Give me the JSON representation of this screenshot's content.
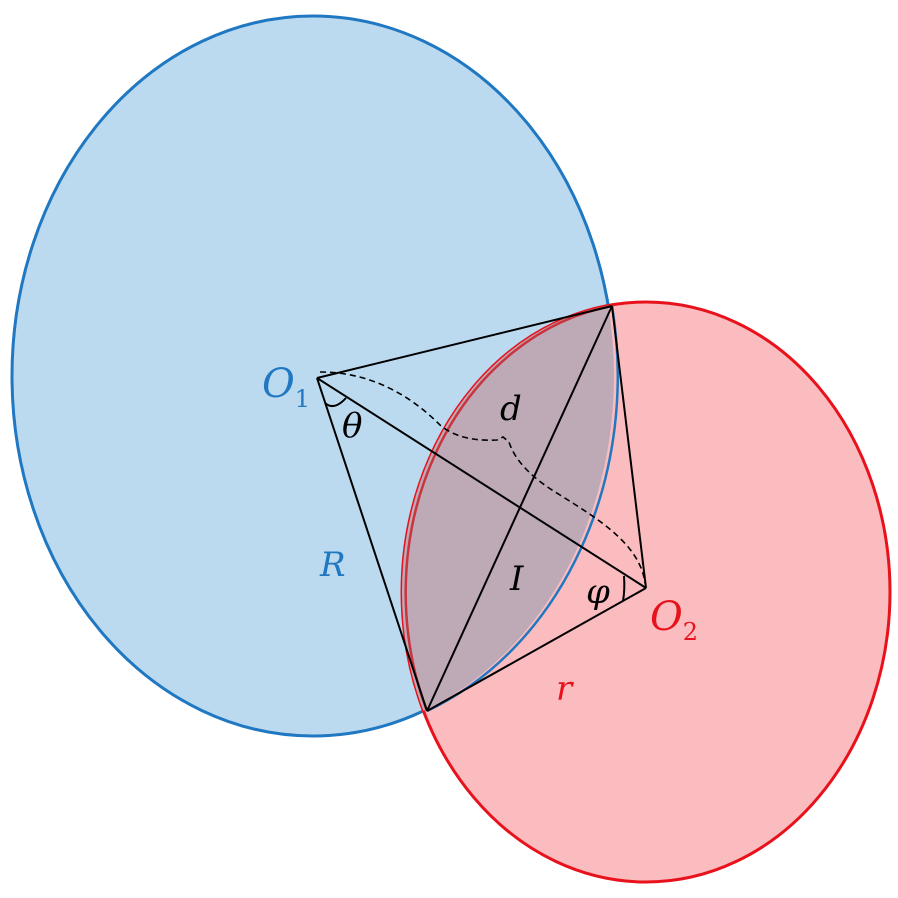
{
  "colors": {
    "circle1_stroke": "#1f78c1",
    "circle1_fill": "#bcdaef",
    "circle2_stroke": "#e8121c",
    "circle2_fill": "#fbbcbf",
    "overlap_fill": "#bdaab6",
    "line": "#000000"
  },
  "labels": {
    "o1_main": "O",
    "o1_sub": "1",
    "o2_main": "O",
    "o2_sub": "2",
    "big_radius": "R",
    "small_radius": "r",
    "distance": "d",
    "theta": "θ",
    "phi": "φ",
    "intersection": "I"
  }
}
